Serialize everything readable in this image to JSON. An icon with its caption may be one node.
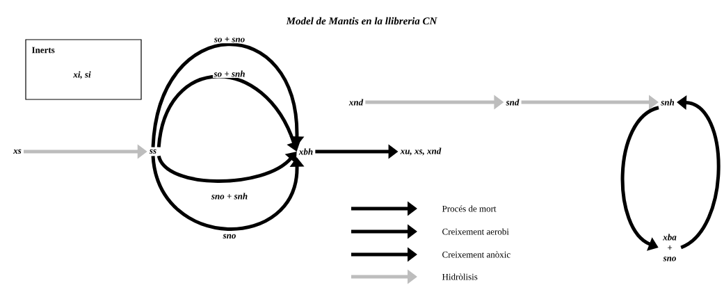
{
  "diagram": {
    "title": "Model de Mantis en la llibreria CN",
    "nodes": [
      {
        "text": [
          "Inerts",
          "xi, si"
        ]
      },
      {
        "text": [
          "xs"
        ]
      },
      {
        "text": [
          "ss"
        ]
      },
      {
        "text": [
          "xbh"
        ]
      },
      {
        "text": [
          "xu, xs, xnd"
        ]
      },
      {
        "text": [
          "xnd"
        ]
      },
      {
        "text": [
          "snd"
        ]
      },
      {
        "text": [
          "snh"
        ]
      },
      {
        "text": [
          "xba + sno"
        ]
      }
    ],
    "edges": [
      {
        "from": 1,
        "to": 2,
        "arrow": "to",
        "color": "#bdbdbd"
      },
      {
        "from": 2,
        "to": 3,
        "arrow": "to",
        "label": "so + sno"
      },
      {
        "from": 2,
        "to": 3,
        "arrow": "to",
        "label": "so + snh"
      },
      {
        "from": 2,
        "to": 3,
        "arrow": "to",
        "label": "sno + snh"
      },
      {
        "from": 2,
        "to": 3,
        "arrow": "to",
        "label": "sno"
      },
      {
        "from": 3,
        "to": 4,
        "arrow": "to"
      },
      {
        "from": 5,
        "to": 6,
        "arrow": "to",
        "color": "#bdbdbd"
      },
      {
        "from": 6,
        "to": 7,
        "arrow": "to",
        "color": "#bdbdbd"
      },
      {
        "from": 7,
        "to": 8,
        "arrow": "to"
      },
      {
        "from": 8,
        "to": 7,
        "arrow": "to"
      }
    ],
    "legend": [
      {
        "text": "Procés de mort"
      },
      {
        "text": "Creixement aerobi"
      },
      {
        "text": "Creixement anòxic"
      },
      {
        "text": "Hidròlisis"
      }
    ]
  }
}
